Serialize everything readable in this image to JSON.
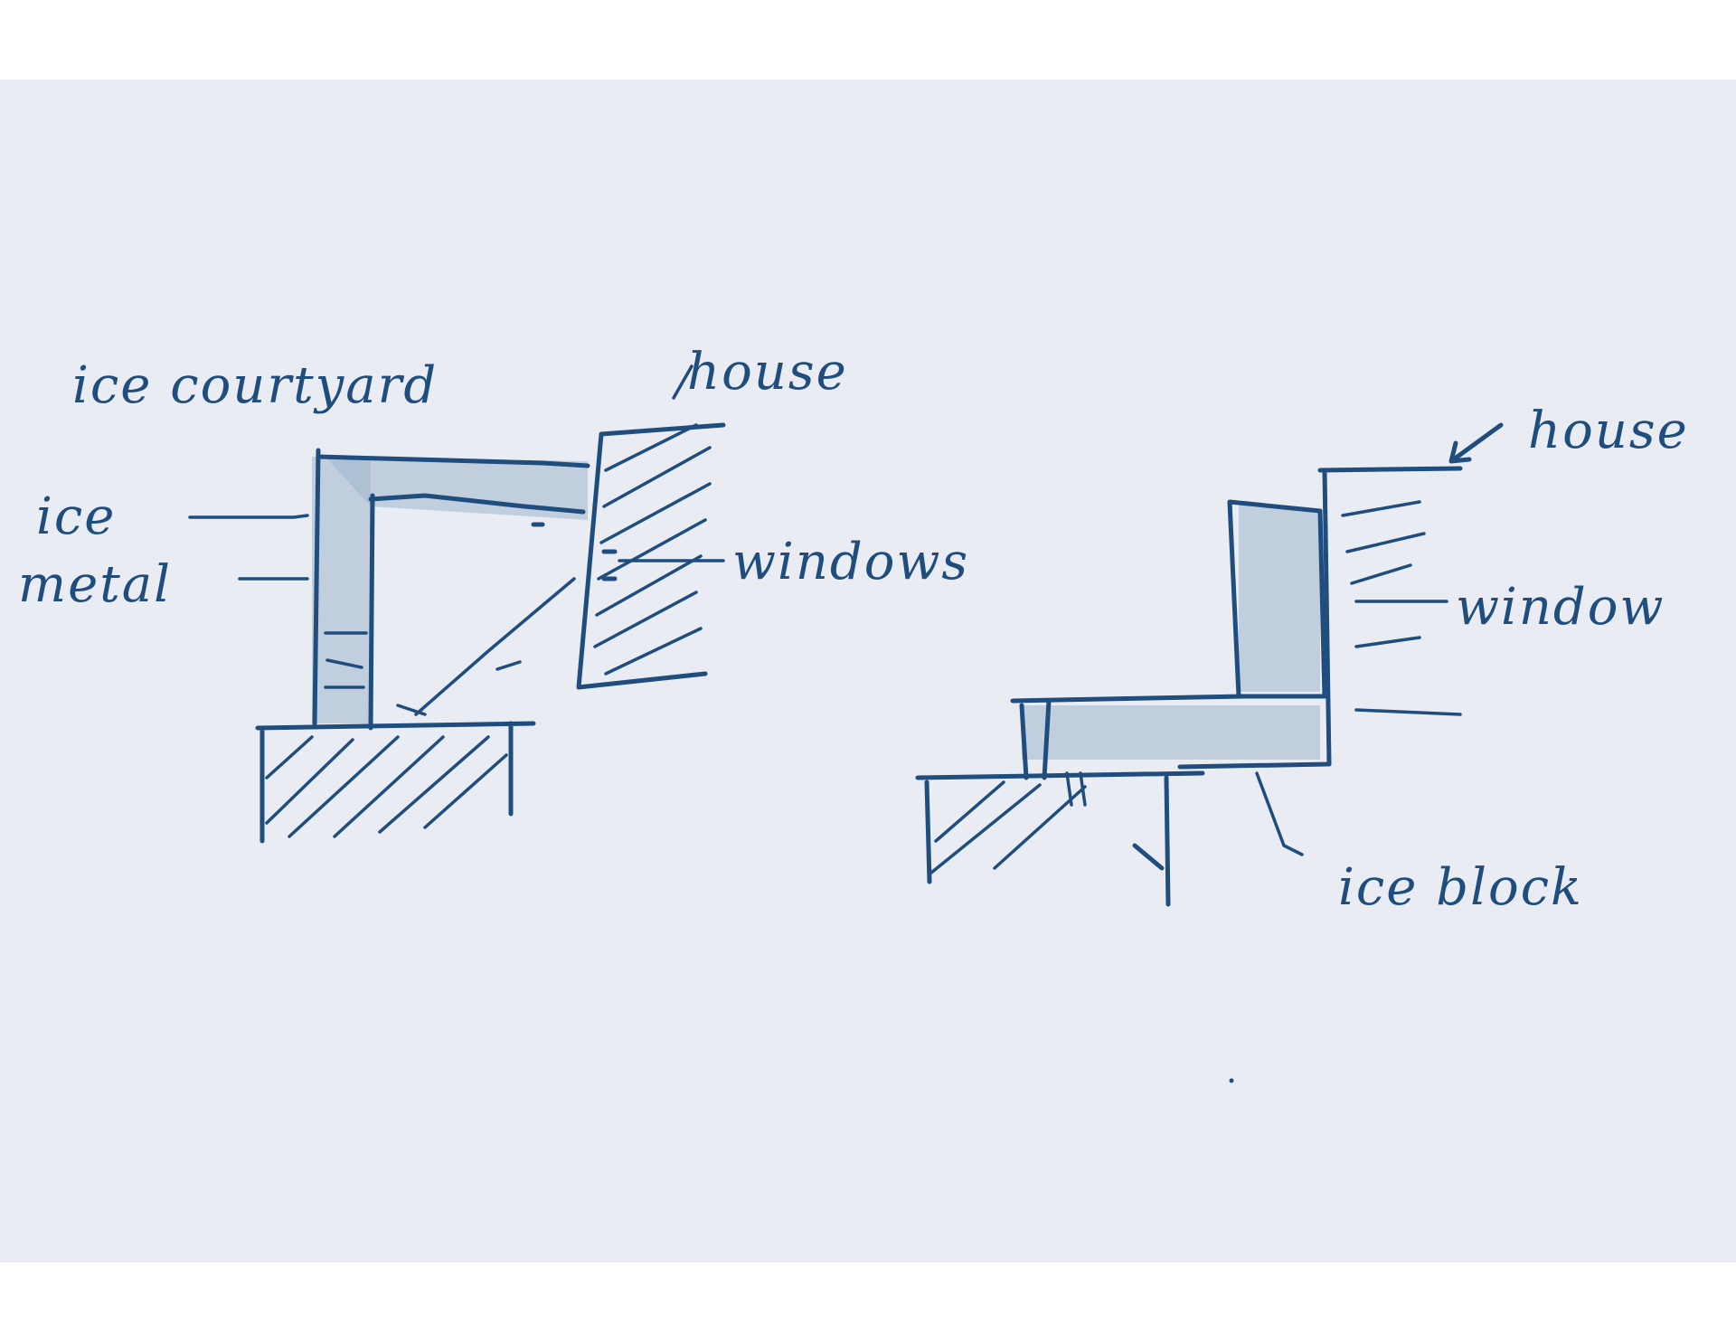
{
  "sketch": {
    "labels": {
      "ice_courtyard": "ice courtyard",
      "ice": "ice",
      "metal": "metal",
      "house": "house",
      "windows": "windows",
      "house_right": "house",
      "window": "window",
      "ice_block": "ice block"
    },
    "colors": {
      "ink": "#1f4d7e",
      "paper": "#e9edf3",
      "wash": "#9fb4cc"
    }
  }
}
